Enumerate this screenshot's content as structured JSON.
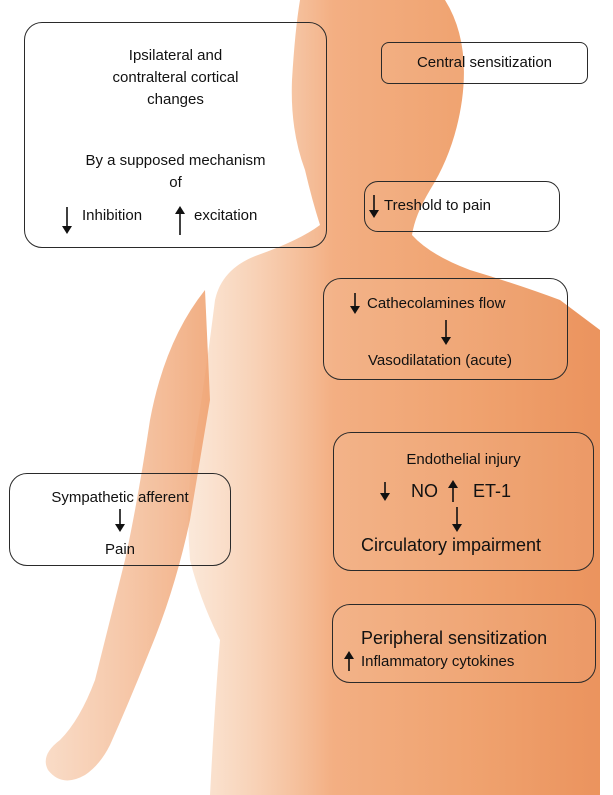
{
  "colors": {
    "body_light": "#f6c9a6",
    "body_mid": "#f2a878",
    "body_dark": "#e8864e",
    "border": "#2a2a2a"
  },
  "cortical": {
    "line1": "Ipsilateral and",
    "line2": "contralteral cortical",
    "line3": "changes",
    "line4": "By a supposed mechanism",
    "line5": "of",
    "inhibition": "Inhibition",
    "excitation": "excitation"
  },
  "central": {
    "label": "Central sensitization"
  },
  "threshold": {
    "label": "Treshold to pain"
  },
  "catecholamines": {
    "top": "Cathecolamines flow",
    "bottom": "Vasodilatation (acute)"
  },
  "endothelial": {
    "title": "Endothelial injury",
    "no": "NO",
    "et": "ET-1",
    "bottom": "Circulatory impairment"
  },
  "sympathetic": {
    "top": "Sympathetic afferent",
    "bottom": "Pain"
  },
  "peripheral": {
    "title": "Peripheral sensitization",
    "sub": "Inflammatory cytokines"
  },
  "icons": [
    "down-arrow-icon",
    "up-arrow-icon",
    "human-figure"
  ]
}
